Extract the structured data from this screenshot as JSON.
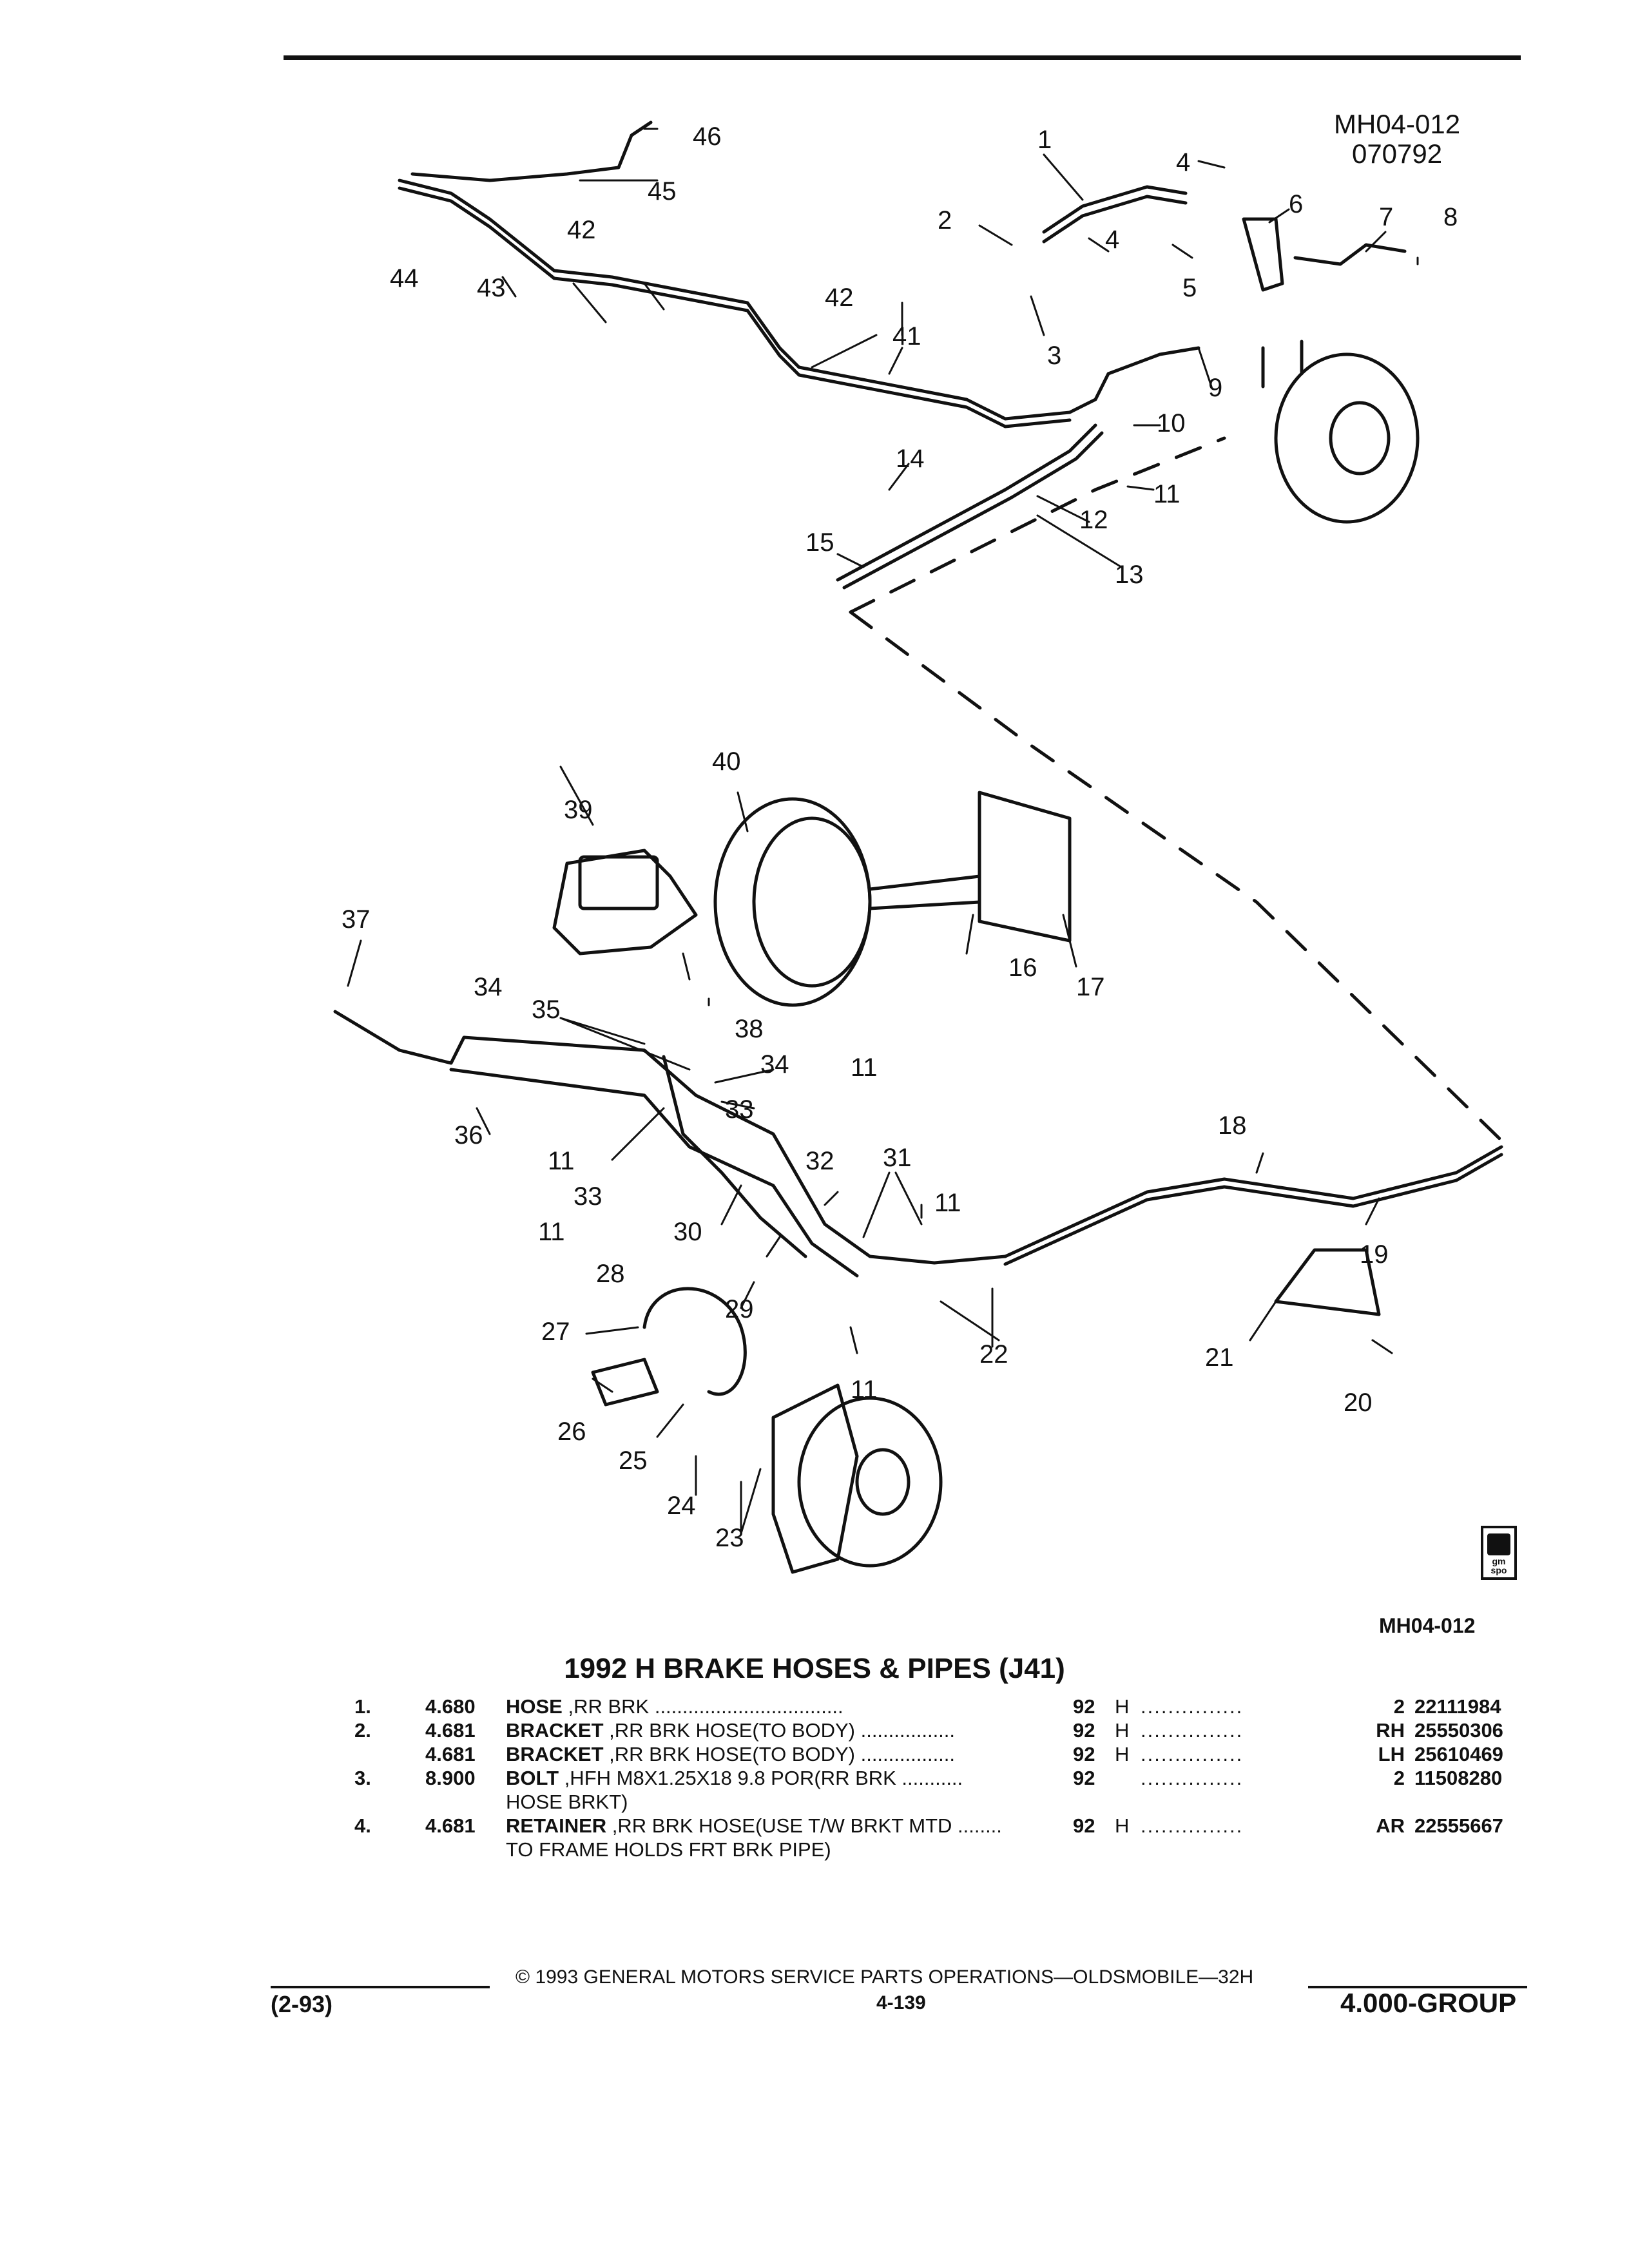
{
  "header": {
    "drawing_id": "MH04-012",
    "drawing_date": "070792"
  },
  "diagram": {
    "callouts": [
      {
        "n": "1"
      },
      {
        "n": "2"
      },
      {
        "n": "3"
      },
      {
        "n": "4"
      },
      {
        "n": "4"
      },
      {
        "n": "5"
      },
      {
        "n": "6"
      },
      {
        "n": "7"
      },
      {
        "n": "8"
      },
      {
        "n": "9"
      },
      {
        "n": "10"
      },
      {
        "n": "11"
      },
      {
        "n": "12"
      },
      {
        "n": "13"
      },
      {
        "n": "14"
      },
      {
        "n": "15"
      },
      {
        "n": "16"
      },
      {
        "n": "17"
      },
      {
        "n": "18"
      },
      {
        "n": "19"
      },
      {
        "n": "20"
      },
      {
        "n": "21"
      },
      {
        "n": "22"
      },
      {
        "n": "23"
      },
      {
        "n": "24"
      },
      {
        "n": "25"
      },
      {
        "n": "26"
      },
      {
        "n": "27"
      },
      {
        "n": "28"
      },
      {
        "n": "29"
      },
      {
        "n": "30"
      },
      {
        "n": "31"
      },
      {
        "n": "32"
      },
      {
        "n": "33"
      },
      {
        "n": "33"
      },
      {
        "n": "34"
      },
      {
        "n": "34"
      },
      {
        "n": "35"
      },
      {
        "n": "36"
      },
      {
        "n": "37"
      },
      {
        "n": "38"
      },
      {
        "n": "39"
      },
      {
        "n": "40"
      },
      {
        "n": "41"
      },
      {
        "n": "42"
      },
      {
        "n": "42"
      },
      {
        "n": "43"
      },
      {
        "n": "44"
      },
      {
        "n": "45"
      },
      {
        "n": "46"
      },
      {
        "n": "11"
      },
      {
        "n": "11"
      },
      {
        "n": "11"
      },
      {
        "n": "11"
      },
      {
        "n": "11"
      }
    ]
  },
  "logo": {
    "text": "gm spo"
  },
  "ref_code": "MH04-012",
  "table": {
    "title": "1992 H BRAKE HOSES & PIPES (J41)",
    "rows": [
      {
        "item": "1.",
        "code": "4.680",
        "name": "HOSE",
        "desc": " ,RR BRK",
        "year": "92",
        "body": "H",
        "qty": "2",
        "part": "22111984"
      },
      {
        "item": "2.",
        "code": "4.681",
        "name": "BRACKET",
        "desc": " ,RR BRK HOSE(TO BODY)",
        "year": "92",
        "body": "H",
        "qty": "RH",
        "part": "25550306"
      },
      {
        "item": "",
        "code": "4.681",
        "name": "BRACKET",
        "desc": " ,RR BRK HOSE(TO BODY)",
        "year": "92",
        "body": "H",
        "qty": "LH",
        "part": "25610469"
      },
      {
        "item": "3.",
        "code": "8.900",
        "name": "BOLT",
        "desc": " ,HFH M8X1.25X18 9.8 POR(RR BRK",
        "year": "92",
        "body": "",
        "qty": "2",
        "part": "11508280"
      },
      {
        "item": "",
        "code": "",
        "name": "",
        "desc": "HOSE BRKT)",
        "year": "",
        "body": "",
        "qty": "",
        "part": ""
      },
      {
        "item": "4.",
        "code": "4.681",
        "name": "RETAINER",
        "desc": " ,RR BRK HOSE(USE T/W BRKT MTD",
        "year": "92",
        "body": "H",
        "qty": "AR",
        "part": "22555667"
      },
      {
        "item": "",
        "code": "",
        "name": "",
        "desc": "TO FRAME HOLDS FRT BRK PIPE)",
        "year": "",
        "body": "",
        "qty": "",
        "part": ""
      }
    ]
  },
  "footer": {
    "copyright": "© 1993 GENERAL MOTORS SERVICE PARTS OPERATIONS—OLDSMOBILE—32H",
    "page": "4-139",
    "date_code": "(2-93)",
    "group": "4.000-GROUP"
  }
}
